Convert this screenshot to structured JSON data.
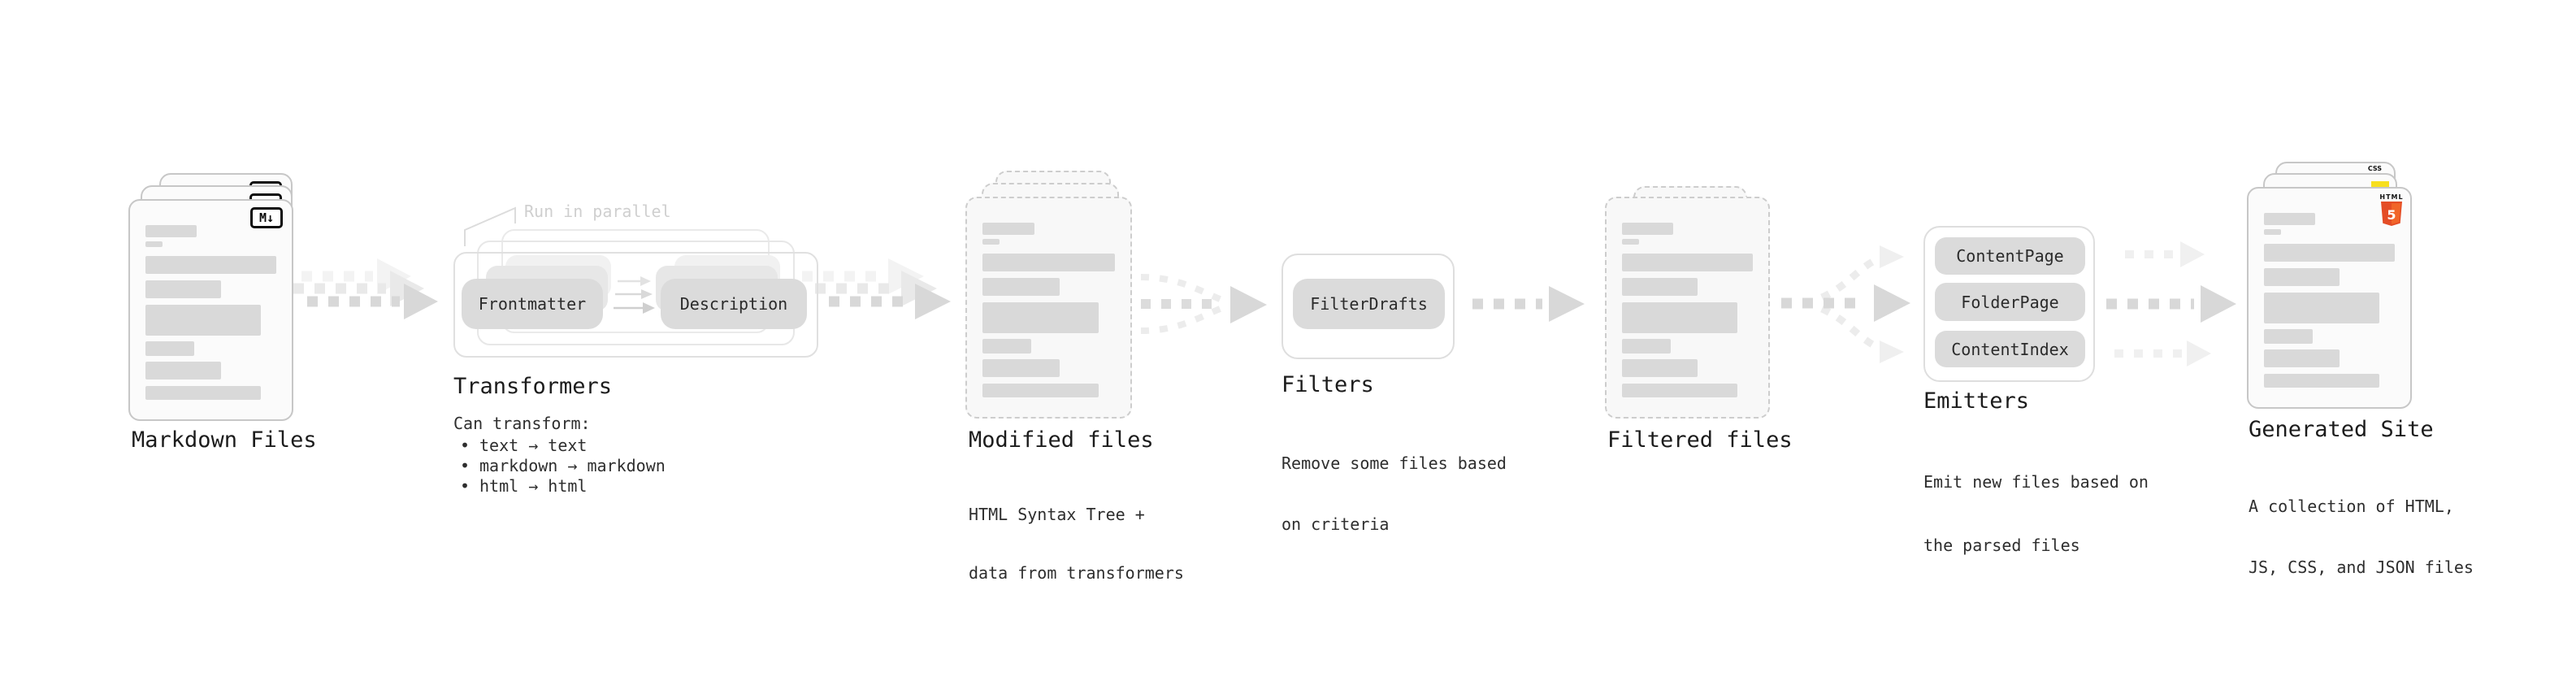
{
  "nodes": {
    "markdown_files": {
      "label": "Markdown Files",
      "badge": "M↓"
    },
    "transformers": {
      "label": "Transformers",
      "annotation": "Run in parallel",
      "pills": [
        "Frontmatter",
        "Description"
      ],
      "desc_title": "Can transform:",
      "bullet_char": "•",
      "bullets": [
        "text → text",
        "markdown → markdown",
        "html → html"
      ]
    },
    "modified_files": {
      "label": "Modified files",
      "desc": [
        "HTML Syntax Tree +",
        "data from transformers"
      ]
    },
    "filters": {
      "label": "Filters",
      "pills": [
        "FilterDrafts"
      ],
      "desc": [
        "Remove some files based",
        "on criteria"
      ]
    },
    "filtered_files": {
      "label": "Filtered files"
    },
    "emitters": {
      "label": "Emitters",
      "pills": [
        "ContentPage",
        "FolderPage",
        "ContentIndex"
      ],
      "desc": [
        "Emit new files based on",
        "the parsed files"
      ]
    },
    "generated_site": {
      "label": "Generated Site",
      "desc": [
        "A collection of HTML,",
        "JS, CSS, and JSON files"
      ],
      "badges": {
        "css": "CSS",
        "html": "HTML",
        "html_five": "5"
      }
    }
  },
  "colors": {
    "html5_orange": "#E44D26",
    "js_yellow": "#F7DF1E",
    "css_blue": "#2965F1",
    "arrow_gray": "#D8D8D8",
    "arrow_ghost_gray": "#ECECEC",
    "placeholder_gray": "#D9D9D9",
    "pill_gray": "#DBDBDB",
    "annotation_gray": "#CFCFCF"
  }
}
